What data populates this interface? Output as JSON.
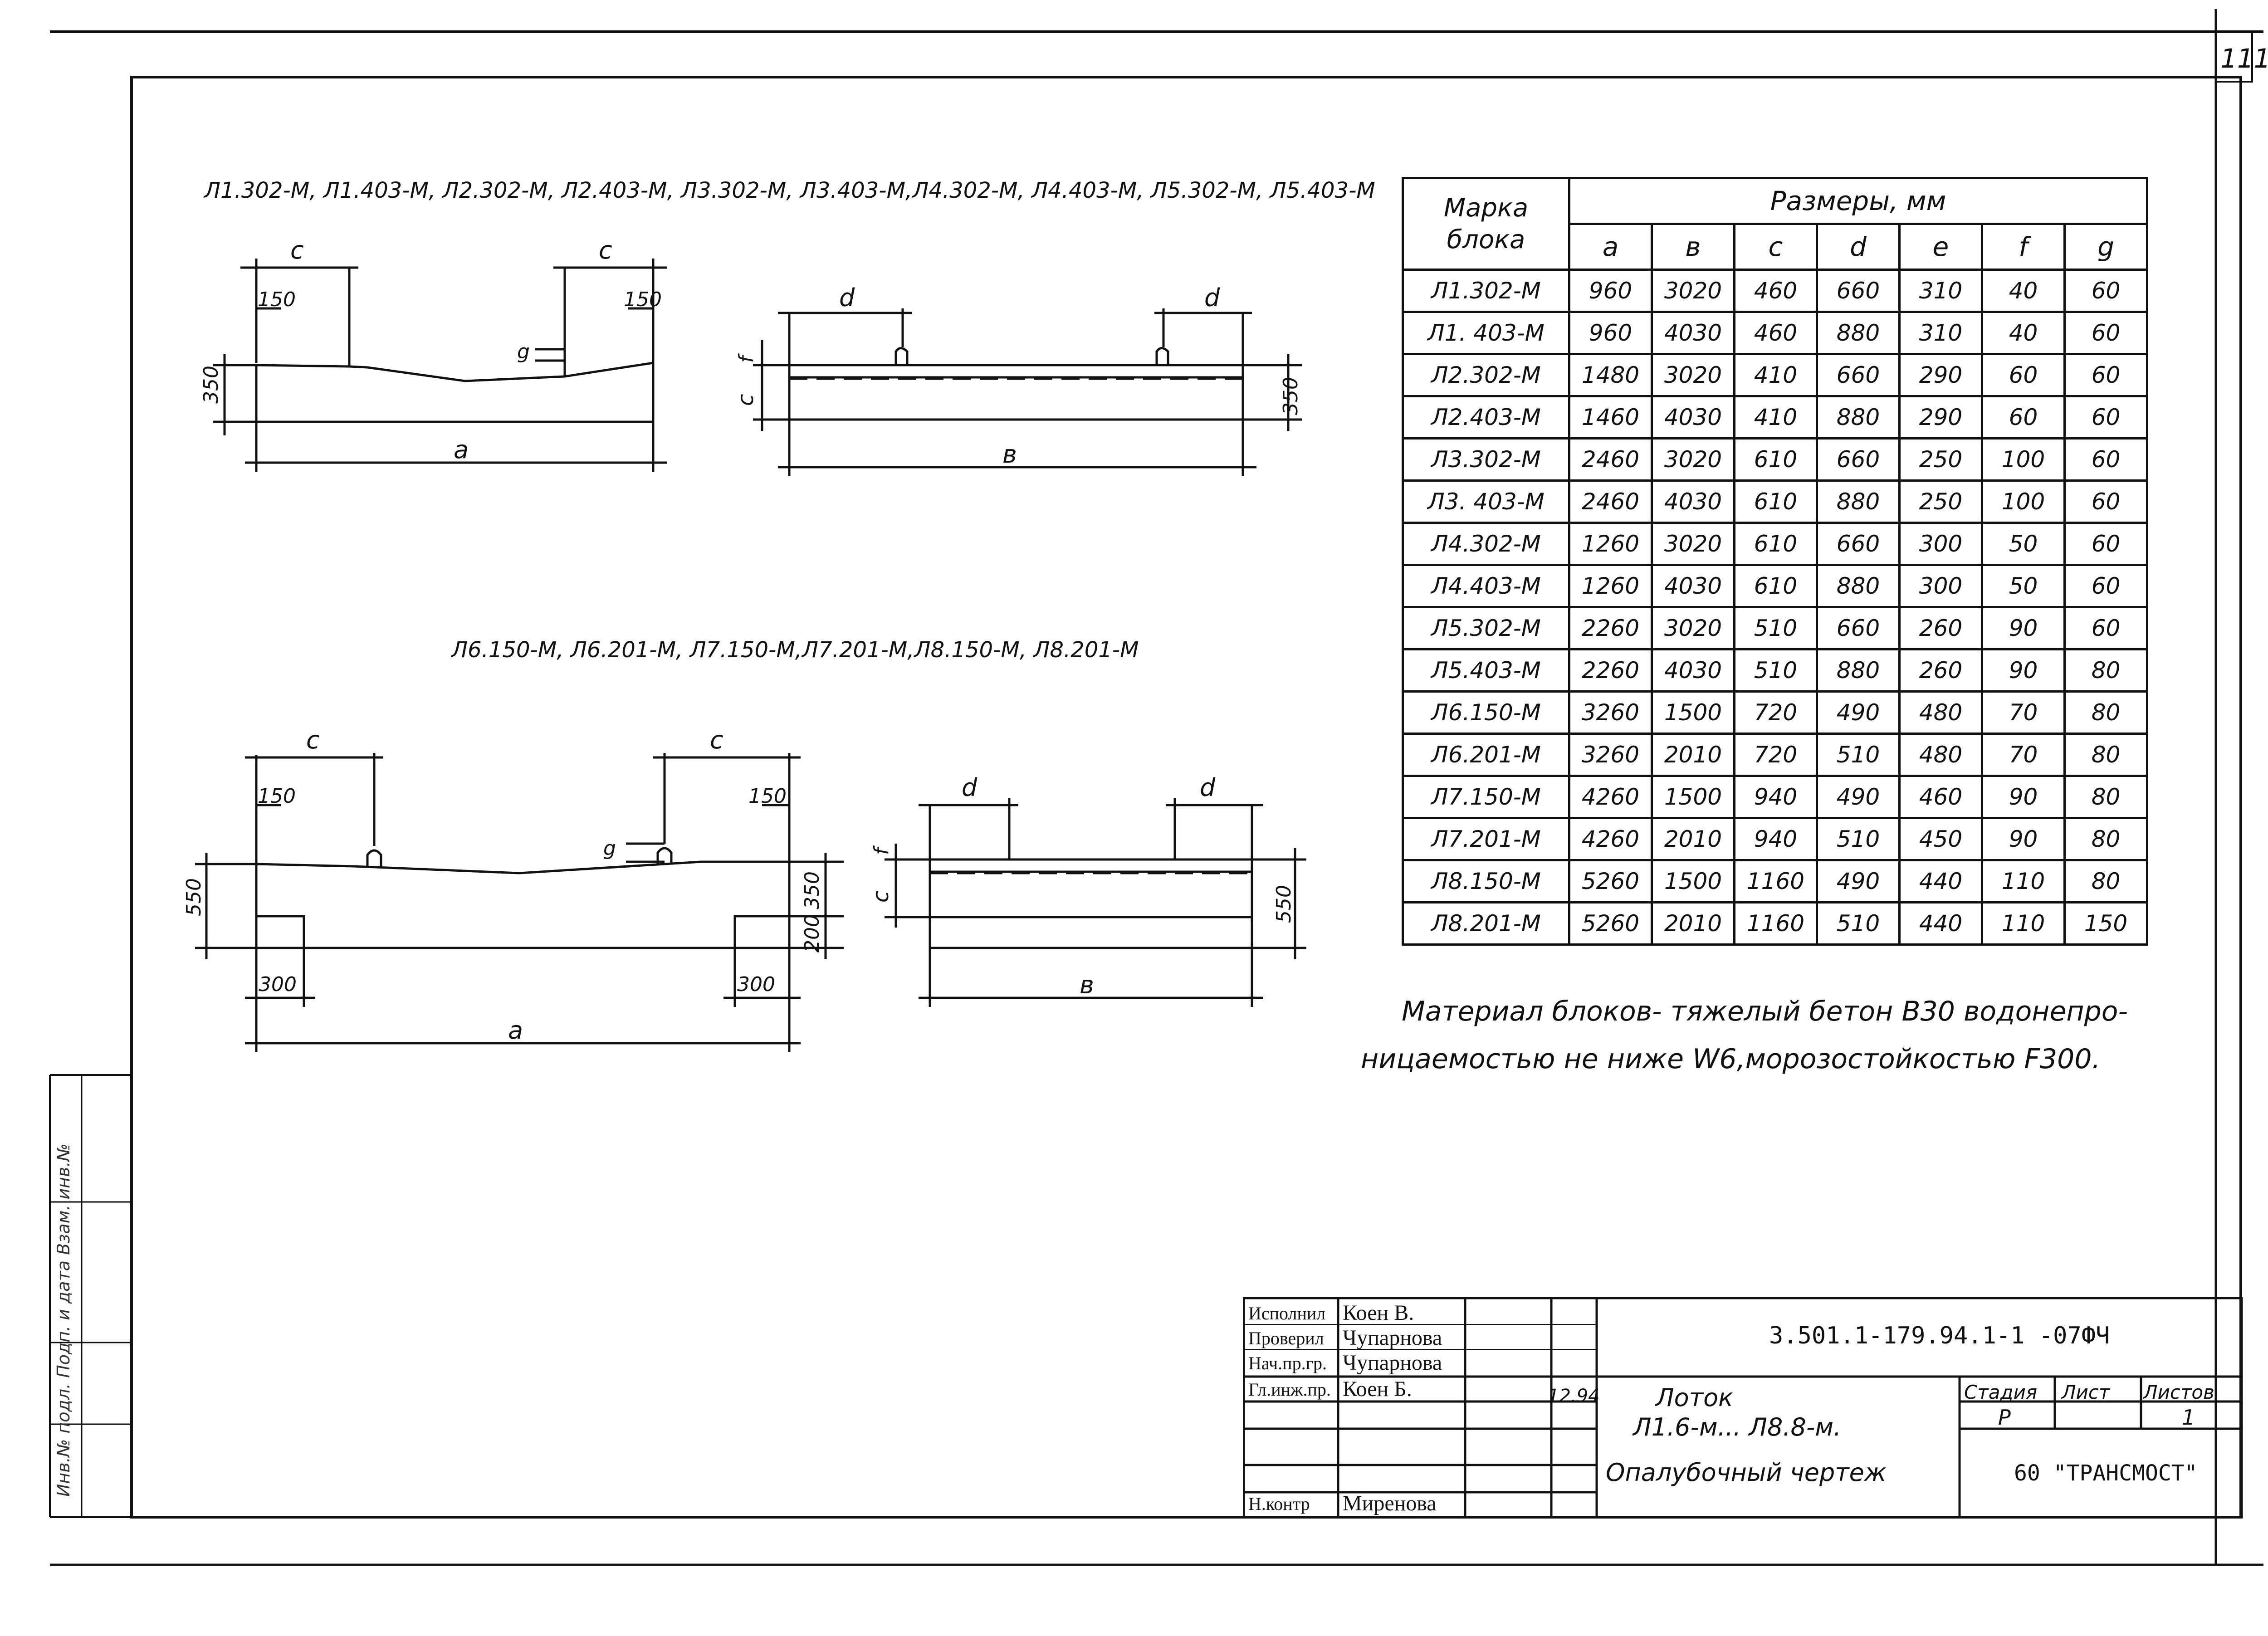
{
  "sheet_number": "111",
  "series_top": "Л1.302-М, Л1.403-М, Л2.302-М, Л2.403-М, Л3.302-М, Л3.403-М,Л4.302-М, Л4.403-М, Л5.302-М, Л5.403-М",
  "series_bottom": "Л6.150-М, Л6.201-М, Л7.150-М,Л7.201-М,Л8.150-М, Л8.201-М",
  "dims": {
    "c": "с",
    "d": "d",
    "a": "а",
    "b": "в",
    "g": "g",
    "f": "f",
    "n150": "150",
    "n350": "350",
    "n550": "550",
    "n300": "300",
    "n200": "200"
  },
  "table": {
    "mark_header": "Марка блока",
    "sizes_header": "Размеры, мм",
    "columns": [
      "а",
      "в",
      "с",
      "d",
      "е",
      "f",
      "g"
    ],
    "rows": [
      [
        "Л1.302-М",
        "960",
        "3020",
        "460",
        "660",
        "310",
        "40",
        "60"
      ],
      [
        "Л1. 403-М",
        "960",
        "4030",
        "460",
        "880",
        "310",
        "40",
        "60"
      ],
      [
        "Л2.302-М",
        "1480",
        "3020",
        "410",
        "660",
        "290",
        "60",
        "60"
      ],
      [
        "Л2.403-М",
        "1460",
        "4030",
        "410",
        "880",
        "290",
        "60",
        "60"
      ],
      [
        "Л3.302-М",
        "2460",
        "3020",
        "610",
        "660",
        "250",
        "100",
        "60"
      ],
      [
        "Л3. 403-М",
        "2460",
        "4030",
        "610",
        "880",
        "250",
        "100",
        "60"
      ],
      [
        "Л4.302-М",
        "1260",
        "3020",
        "610",
        "660",
        "300",
        "50",
        "60"
      ],
      [
        "Л4.403-М",
        "1260",
        "4030",
        "610",
        "880",
        "300",
        "50",
        "60"
      ],
      [
        "Л5.302-М",
        "2260",
        "3020",
        "510",
        "660",
        "260",
        "90",
        "60"
      ],
      [
        "Л5.403-М",
        "2260",
        "4030",
        "510",
        "880",
        "260",
        "90",
        "80"
      ],
      [
        "Л6.150-М",
        "3260",
        "1500",
        "720",
        "490",
        "480",
        "70",
        "80"
      ],
      [
        "Л6.201-М",
        "3260",
        "2010",
        "720",
        "510",
        "480",
        "70",
        "80"
      ],
      [
        "Л7.150-М",
        "4260",
        "1500",
        "940",
        "490",
        "460",
        "90",
        "80"
      ],
      [
        "Л7.201-М",
        "4260",
        "2010",
        "940",
        "510",
        "450",
        "90",
        "80"
      ],
      [
        "Л8.150-М",
        "5260",
        "1500",
        "1160",
        "490",
        "440",
        "110",
        "80"
      ],
      [
        "Л8.201-М",
        "5260",
        "2010",
        "1160",
        "510",
        "440",
        "110",
        "150"
      ]
    ]
  },
  "note_line1": "Материал блоков- тяжелый бетон В30 водонепро-",
  "note_line2": "ницаемостью не ниже W6,морозостойкостью F300.",
  "title_block": {
    "roles": [
      "Исполнил",
      "Проверил",
      "Нач.пр.гр.",
      "Гл.инж.пр.",
      "",
      "",
      "Н.контр"
    ],
    "names": [
      "Коен В.",
      "Чупарнова",
      "Чупарнова",
      "Коен Б.",
      "",
      "",
      "Миренова"
    ],
    "date": "12.94",
    "doc_code": "3.501.1-179.94.1-1 -07ФЧ",
    "title_1": "Лоток",
    "title_2": "Л1.6-м... Л8.8-м.",
    "title_3": "Опалубочный чертеж",
    "stage_h": "Стадия",
    "sheet_h": "Лист",
    "sheets_h": "Листов",
    "stage": "Р",
    "sheet": "",
    "sheets": "1",
    "org": "60 \"ТРАНСМОСТ\""
  },
  "margin_stamp": "Инв.№ подл. Подп. и дата Взам. инв.№"
}
